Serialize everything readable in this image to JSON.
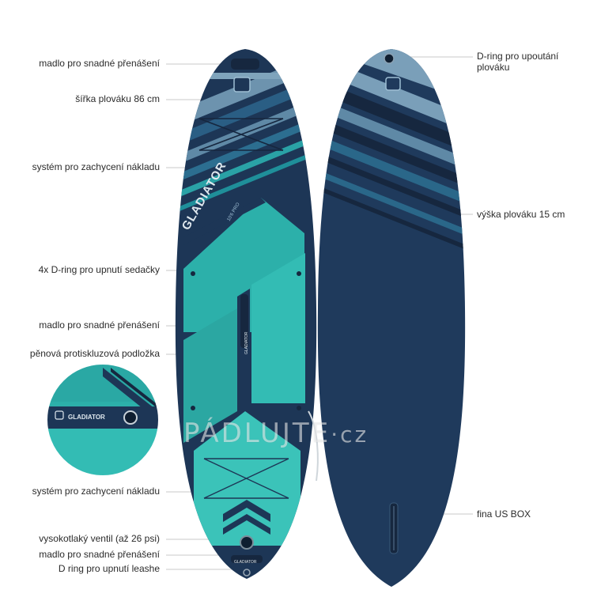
{
  "left_labels": [
    {
      "text": "madlo pro snadné přenášení"
    },
    {
      "text": "šířka plováku 86 cm"
    },
    {
      "text": "systém pro zachycení nákladu"
    },
    {
      "text": "4x D-ring pro upnutí sedačky"
    },
    {
      "text": "madlo pro snadné přenášení"
    },
    {
      "text": "pěnová protiskluzová podložka"
    },
    {
      "text": "systém pro zachycení nákladu"
    },
    {
      "text": "vysokotlaký ventil (až 26 psi)"
    },
    {
      "text": "madlo pro snadné přenášení"
    },
    {
      "text": "D ring pro upnutí leashe"
    }
  ],
  "right_labels": [
    {
      "line1": "D-ring pro upoutání",
      "line2": "plováku"
    },
    {
      "line1": "výška plováku 15 cm",
      "line2": ""
    },
    {
      "line1": "fina US BOX",
      "line2": ""
    }
  ],
  "board_brand": "GLADIATOR",
  "board_model": "10'6 PRO",
  "pad_brand": "GLADIATOR",
  "deck_tail_brand": "GLADIATOR",
  "inset_brand": "GLADIATOR",
  "watermark": {
    "main": "PÁDLUJTE",
    "suffix": "·cz"
  },
  "colors": {
    "navy": "#1f3a5c",
    "deep_navy": "#172d4a",
    "teal": "#2fb3ad",
    "teal_light": "#3cc2b9",
    "slate": "#5f89a6",
    "leader": "#c9c9c9"
  }
}
